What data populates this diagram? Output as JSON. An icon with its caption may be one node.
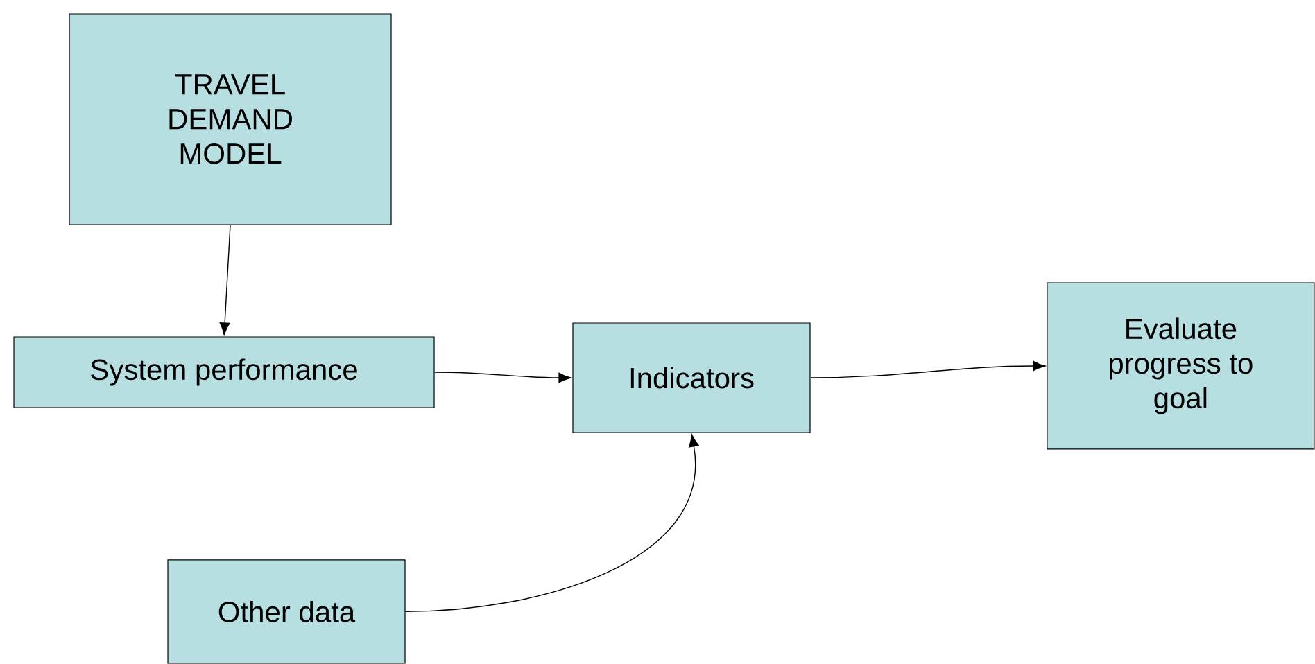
{
  "diagram": {
    "nodes": [
      {
        "text": [
          "TRAVEL DEMAND MODEL"
        ]
      },
      {
        "text": [
          "System performance"
        ]
      },
      {
        "text": [
          "Indicators"
        ]
      },
      {
        "text": [
          "Evaluate progress to goal"
        ]
      },
      {
        "text": [
          "Other data"
        ]
      }
    ],
    "edges": [
      {
        "from": 0,
        "to": 1,
        "arrow": "to"
      },
      {
        "from": 1,
        "to": 2,
        "arrow": "to"
      },
      {
        "from": 2,
        "to": 3,
        "arrow": "to"
      },
      {
        "from": 4,
        "to": 2,
        "arrow": "to"
      }
    ]
  }
}
